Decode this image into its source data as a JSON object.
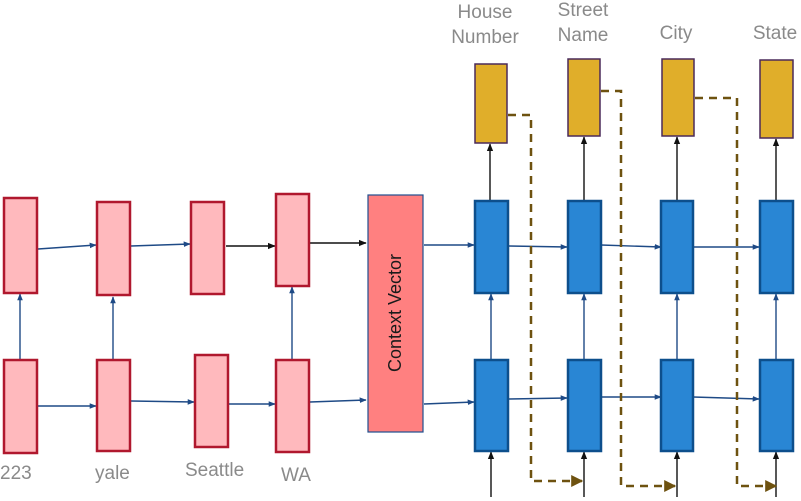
{
  "inputs": [
    "223",
    "yale",
    "Seattle",
    "WA"
  ],
  "context_label": "Context Vector",
  "outputs": [
    [
      "House",
      "Number"
    ],
    [
      "Street",
      "Name"
    ],
    [
      "City"
    ],
    [
      "State"
    ]
  ],
  "colors": {
    "encoder_fill": "#ffb9bd",
    "encoder_stroke": "#b0182e",
    "decoder_fill": "#2986d4",
    "decoder_stroke": "#0d4f8c",
    "output_fill": "#e0ae2a",
    "context_fill": "#ff8080",
    "feedback_dash": "#6e5210"
  }
}
